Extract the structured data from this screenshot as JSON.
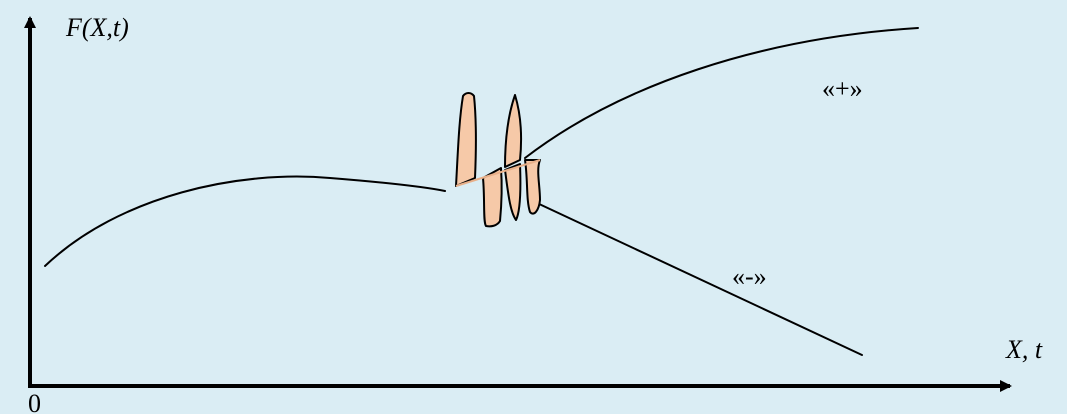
{
  "labels": {
    "y_axis": "F(X,t)",
    "x_axis": "X, t",
    "origin": "0",
    "branch_plus": "«+»",
    "branch_minus": "«-»"
  },
  "colors": {
    "background": "#daedf4",
    "line": "#000000",
    "fluctuation_fill": "#f6c9a8"
  }
}
